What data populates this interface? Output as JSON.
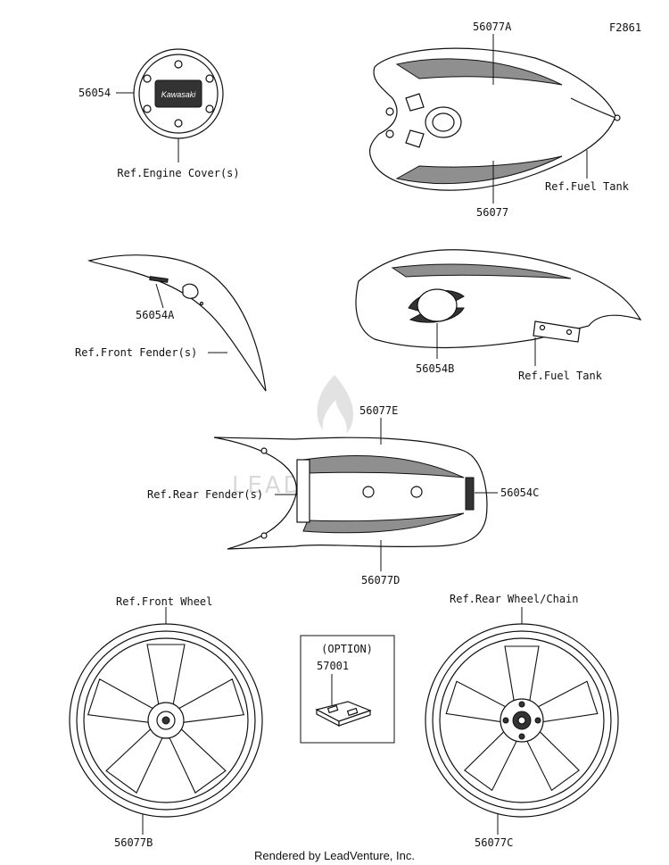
{
  "figure_code": "F2861",
  "watermark": "LEADVENTURE",
  "footer": "Rendered by LeadVenture, Inc.",
  "labels": {
    "p56054": "56054",
    "ref_engine_cover": "Ref.Engine Cover(s)",
    "p56077A": "56077A",
    "p56077": "56077",
    "ref_fuel_tank_1": "Ref.Fuel Tank",
    "p56054A": "56054A",
    "ref_front_fender": "Ref.Front Fender(s)",
    "p56054B": "56054B",
    "ref_fuel_tank_2": "Ref.Fuel Tank",
    "p56077E": "56077E",
    "ref_rear_fender": "Ref.Rear Fender(s)",
    "p56054C": "56054C",
    "p56077D": "56077D",
    "ref_front_wheel": "Ref.Front Wheel",
    "ref_rear_wheel": "Ref.Rear Wheel/Chain",
    "option": "(OPTION)",
    "p57001": "57001",
    "p56077B": "56077B",
    "p56077C": "56077C",
    "emblem_text": "Kawasaki"
  }
}
